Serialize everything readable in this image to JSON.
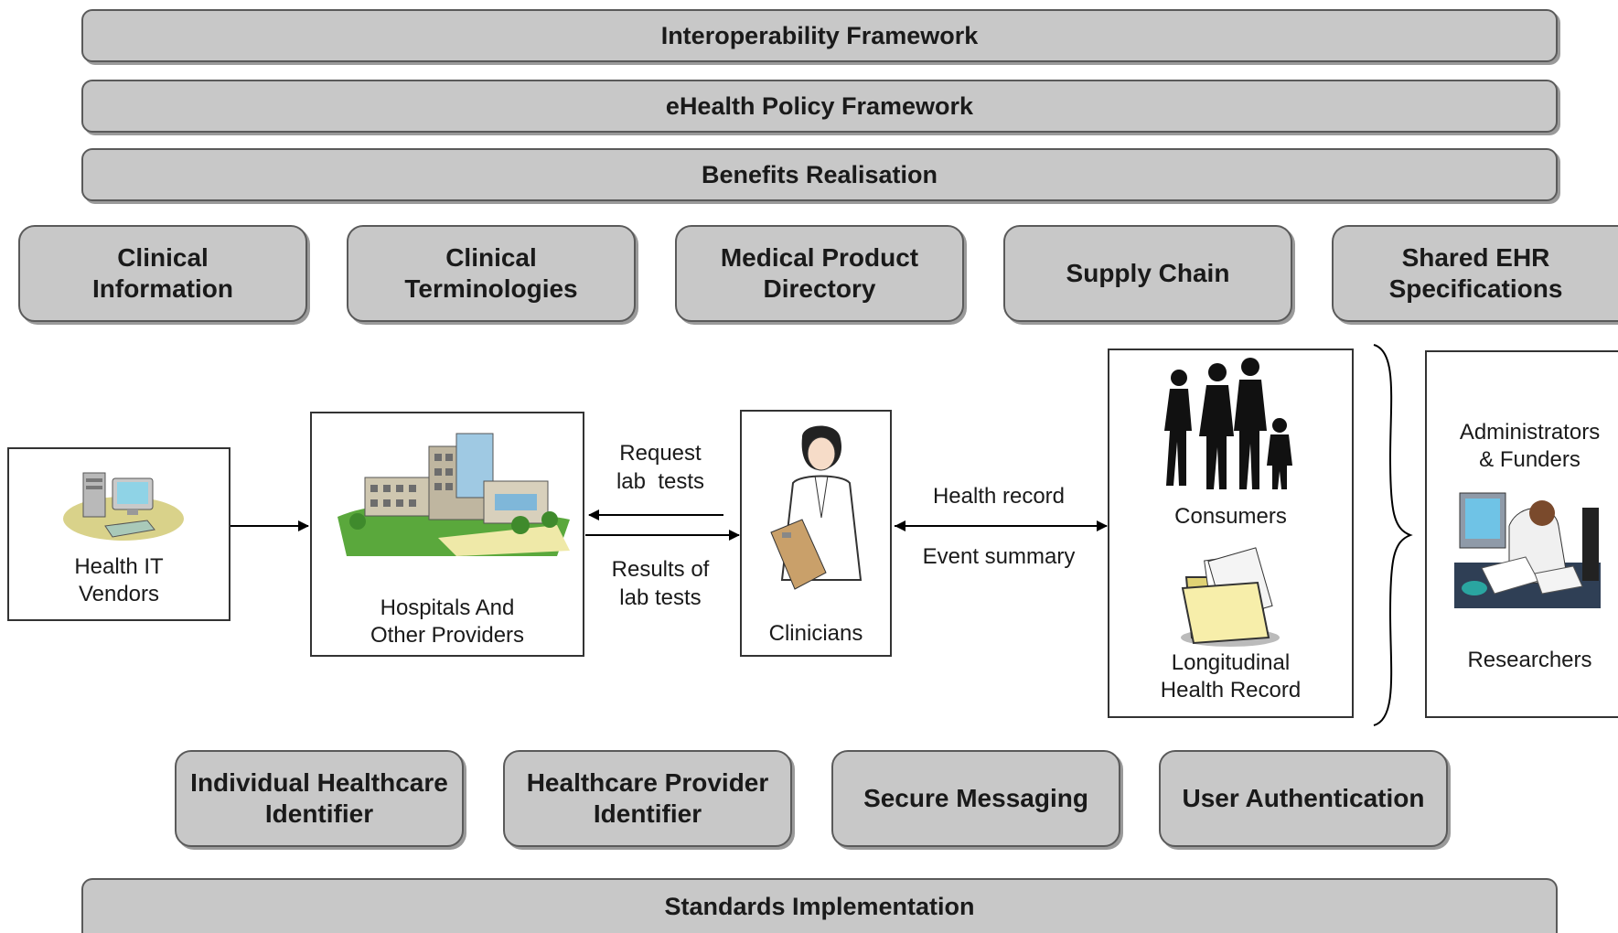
{
  "bands": {
    "top1": "Interoperability Framework",
    "top2": "eHealth Policy Framework",
    "top3": "Benefits Realisation",
    "bottom": "Standards Implementation"
  },
  "upper_modules": [
    {
      "l1": "Clinical",
      "l2": "Information"
    },
    {
      "l1": "Clinical",
      "l2": "Terminologies"
    },
    {
      "l1": "Medical Product",
      "l2": "Directory"
    },
    {
      "l1": "Supply Chain",
      "l2": ""
    },
    {
      "l1": "Shared EHR",
      "l2": "Specifications"
    }
  ],
  "lower_modules": [
    {
      "l1": "Individual Healthcare",
      "l2": "Identifier"
    },
    {
      "l1": "Healthcare Provider",
      "l2": "Identifier"
    },
    {
      "l1": "Secure Messaging",
      "l2": ""
    },
    {
      "l1": "User Authentication",
      "l2": ""
    }
  ],
  "actors": {
    "vendors": {
      "l1": "Health IT",
      "l2": "Vendors"
    },
    "hospitals": {
      "l1": "Hospitals And",
      "l2": "Other Providers"
    },
    "clinicians": "Clinicians",
    "consumers": "Consumers",
    "longitudinal": {
      "l1": "Longitudinal",
      "l2": "Health Record"
    },
    "admins": {
      "l1": "Administrators",
      "l2": "& Funders"
    },
    "researchers": "Researchers"
  },
  "flows": {
    "request": {
      "l1": "Request",
      "l2": "lab  tests"
    },
    "results": {
      "l1": "Results of",
      "l2": "lab tests"
    },
    "health_record": "Health record",
    "event_summary": "Event summary"
  },
  "icons": [
    "computer-icon",
    "hospital-icon",
    "clinician-icon",
    "family-icon",
    "folder-icon",
    "researcher-icon"
  ],
  "colors": {
    "module_fill": "#c8c8c8",
    "module_border": "#5a5a5a"
  }
}
